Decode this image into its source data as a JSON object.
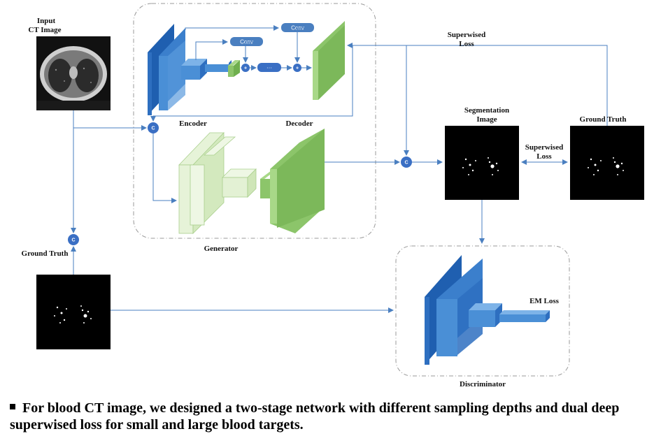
{
  "labels": {
    "input_ct_line1": "Input",
    "input_ct_line2": "CT Image",
    "encoder": "Encoder",
    "decoder": "Decoder",
    "generator": "Generator",
    "ground_truth_left": "Ground Truth",
    "superwised_loss_top_line1": "Superwised",
    "superwised_loss_top_line2": "Loss",
    "segmentation_line1": "Segmentation",
    "segmentation_line2": "Image",
    "ground_truth_right": "Ground Truth",
    "superwised_loss_mid_line1": "Superwised",
    "superwised_loss_mid_line2": "Loss",
    "em_loss": "EM Loss",
    "discriminator": "Discriminator",
    "conv_top": "Conv",
    "conv_mid": "Conv",
    "ellipsis": "···",
    "plus": "+",
    "concat": "C"
  },
  "caption": "For blood CT image, we designed a two-stage network with different sampling depths and dual deep superwised loss for small and large blood targets.",
  "colors": {
    "blue_dark": "#2E6FC0",
    "blue_mid": "#4A8FD6",
    "blue_light": "#7DB3E8",
    "green_dark": "#7CB85A",
    "green_light": "#D9ECC8",
    "arrow": "#4A7FC0",
    "node": "#3A6FC4"
  }
}
